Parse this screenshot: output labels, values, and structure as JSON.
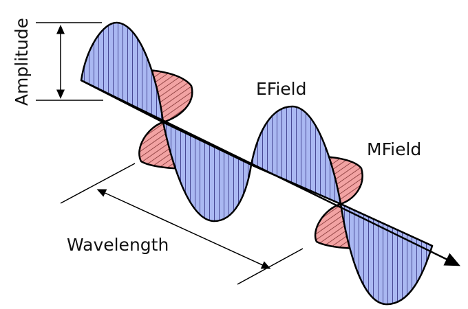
{
  "labels": {
    "amplitude": "Amplitude",
    "e_field": "EField",
    "m_field": "MField",
    "wavelength": "Wavelength"
  },
  "colors": {
    "background": "#ffffff",
    "e_field_fill": "#aab8f2",
    "e_field_hatch": "#3c3c8a",
    "m_field_fill": "#f2a3a3",
    "m_field_hatch": "#8a3c3c",
    "outline": "#000000"
  }
}
